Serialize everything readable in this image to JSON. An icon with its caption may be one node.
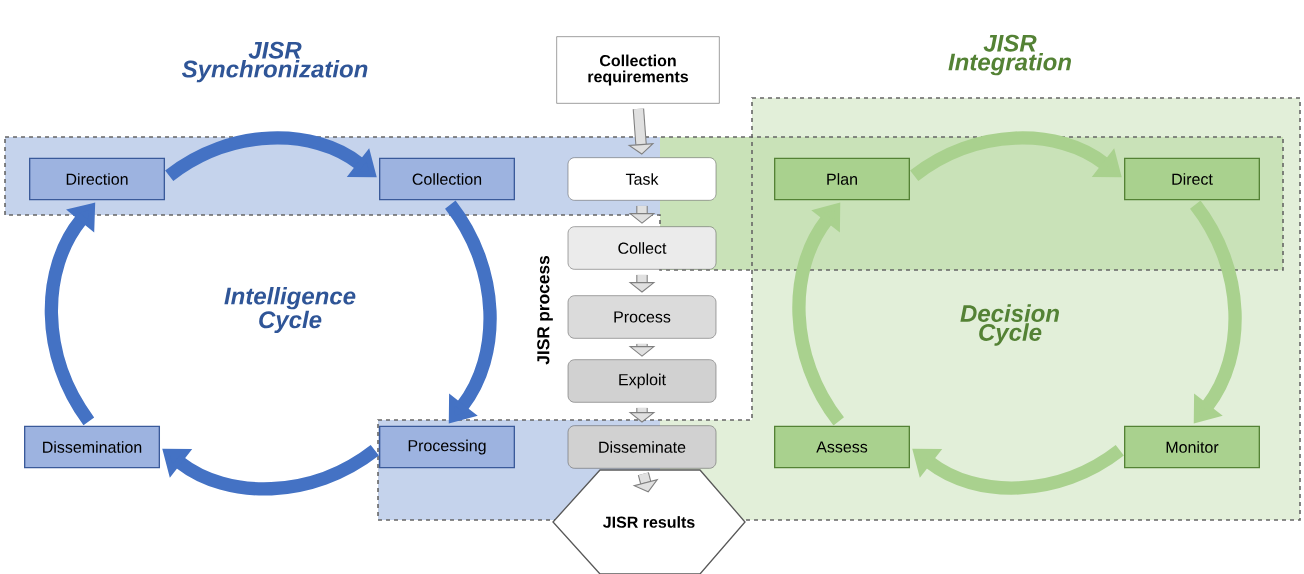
{
  "diagram": {
    "nodes": [
      {
        "text": [
          "Direction"
        ]
      },
      {
        "text": [
          "Collection"
        ]
      },
      {
        "text": [
          "Processing"
        ]
      },
      {
        "text": [
          "Dissemination"
        ]
      },
      {
        "text": [
          "Collection requirements"
        ]
      },
      {
        "text": [
          "Task"
        ]
      },
      {
        "text": [
          "Collect"
        ]
      },
      {
        "text": [
          "Process"
        ]
      },
      {
        "text": [
          "Exploit"
        ]
      },
      {
        "text": [
          "Disseminate"
        ]
      },
      {
        "text": [
          "JISR results"
        ]
      },
      {
        "text": [
          "Plan"
        ]
      },
      {
        "text": [
          "Direct"
        ]
      },
      {
        "text": [
          "Monitor"
        ]
      },
      {
        "text": [
          "Assess"
        ]
      }
    ],
    "edges": [
      {
        "from": 0,
        "to": 1,
        "arrow": "to",
        "color": "#4472c4"
      },
      {
        "from": 1,
        "to": 2,
        "arrow": "to",
        "color": "#4472c4"
      },
      {
        "from": 2,
        "to": 3,
        "arrow": "to",
        "color": "#4472c4"
      },
      {
        "from": 3,
        "to": 0,
        "arrow": "to",
        "color": "#4472c4"
      },
      {
        "from": 4,
        "to": 5,
        "arrow": "to"
      },
      {
        "from": 5,
        "to": 6,
        "arrow": "to"
      },
      {
        "from": 6,
        "to": 7,
        "arrow": "to"
      },
      {
        "from": 7,
        "to": 8,
        "arrow": "to"
      },
      {
        "from": 8,
        "to": 9,
        "arrow": "to"
      },
      {
        "from": 9,
        "to": 10,
        "arrow": "to"
      },
      {
        "from": 11,
        "to": 12,
        "arrow": "to",
        "color": "#a9d18e"
      },
      {
        "from": 12,
        "to": 13,
        "arrow": "to",
        "color": "#a9d18e"
      },
      {
        "from": 13,
        "to": 14,
        "arrow": "to",
        "color": "#a9d18e"
      },
      {
        "from": 14,
        "to": 11,
        "arrow": "to",
        "color": "#a9d18e"
      }
    ],
    "labels": [
      "JISR Synchronization",
      "JISR Integration",
      "Intelligence Cycle",
      "Decision Cycle",
      "JISR process"
    ]
  }
}
